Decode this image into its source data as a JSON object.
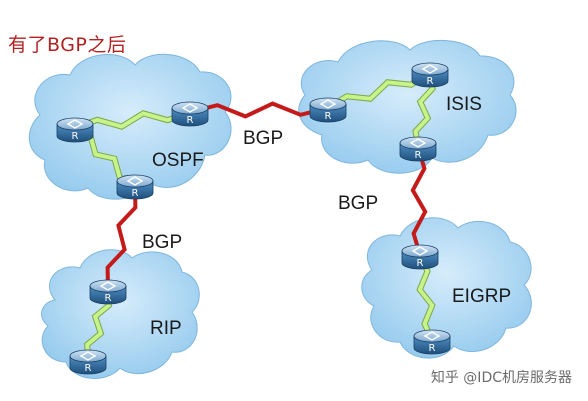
{
  "title": "有了BGP之后",
  "colors": {
    "cloud": "#a9d4f0",
    "router_body": "#2f6fa3",
    "router_top": "#8fb6d8",
    "igp_link": "#c8f28a",
    "bgp_link": "#c41a1a",
    "title": "#b22222"
  },
  "diagram": {
    "domains": [
      {
        "id": "ospf",
        "label": "OSPF"
      },
      {
        "id": "isis",
        "label": "ISIS"
      },
      {
        "id": "rip",
        "label": "RIP"
      },
      {
        "id": "eigrp",
        "label": "EIGRP"
      }
    ],
    "router_label": "R",
    "links": [
      {
        "type": "igp",
        "from": "ospf-r1",
        "to": "ospf-r2"
      },
      {
        "type": "igp",
        "from": "ospf-r1",
        "to": "ospf-r3"
      },
      {
        "type": "bgp",
        "label": "BGP",
        "from": "ospf-r2",
        "to": "isis-r1"
      },
      {
        "type": "igp",
        "from": "isis-r1",
        "to": "isis-r2"
      },
      {
        "type": "igp",
        "from": "isis-r2",
        "to": "isis-r3"
      },
      {
        "type": "bgp",
        "label": "BGP",
        "from": "ospf-r3",
        "to": "rip-r1"
      },
      {
        "type": "igp",
        "from": "rip-r1",
        "to": "rip-r2"
      },
      {
        "type": "bgp",
        "label": "BGP",
        "from": "isis-r3",
        "to": "eigrp-r1"
      },
      {
        "type": "igp",
        "from": "eigrp-r1",
        "to": "eigrp-r2"
      }
    ]
  },
  "labels": {
    "bgp_top": "BGP",
    "bgp_left": "BGP",
    "bgp_right": "BGP"
  },
  "watermark": "知乎 @IDC机房服务器"
}
